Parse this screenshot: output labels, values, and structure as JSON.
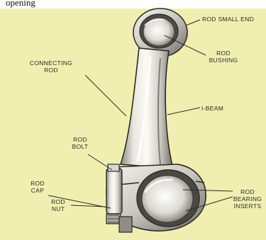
{
  "caption": "opening",
  "colors": {
    "background": "#f1efb0",
    "metal_light": "#f3f1ea",
    "metal_mid": "#b8b6ac",
    "metal_dark": "#5f5d57",
    "outline": "#2b2a27",
    "label_text": "#2a2a2a"
  },
  "labels": {
    "rod_small_end": "ROD SMALL END",
    "rod_bushing_1": "ROD",
    "rod_bushing_2": "BUSHING",
    "connecting_rod_1": "CONNECTING",
    "connecting_rod_2": "ROD",
    "i_beam": "I-BEAM",
    "rod_bolt_1": "ROD",
    "rod_bolt_2": "BOLT",
    "rod_cap_1": "ROD",
    "rod_cap_2": "CAP",
    "rod_bearing_inserts_1": "ROD",
    "rod_bearing_inserts_2": "BEARING",
    "rod_bearing_inserts_3": "INSERTS",
    "rod_nut_1": "ROD",
    "rod_nut_2": "NUT"
  }
}
